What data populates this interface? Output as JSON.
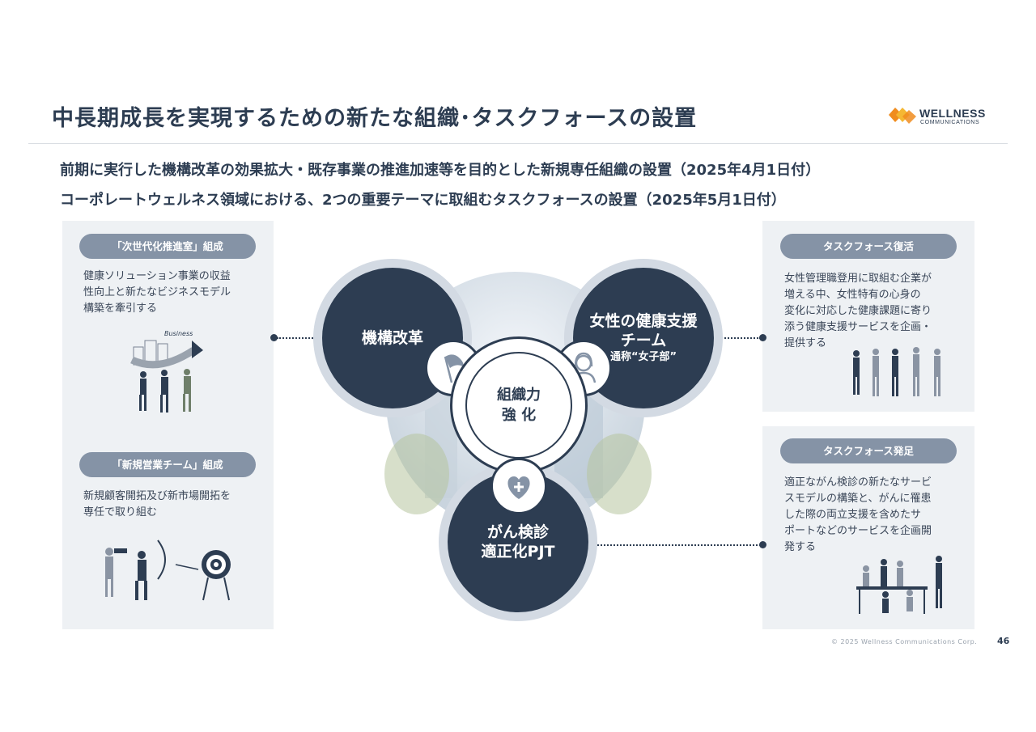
{
  "slide": {
    "title": "中長期成長を実現するための新たな組織･タスクフォースの設置",
    "logo": {
      "word1": "WELLNESS",
      "word2": "COMMUNICATIONS",
      "colors": [
        "#f08c1e",
        "#f5b733"
      ]
    },
    "lead1": "前期に実行した機構改革の効果拡大・既存事業の推進加速等を目的とした新規専任組織の設置（2025年4月1日付）",
    "lead2": "コーポレートウェルネス領域における、2つの重要テーマに取組むタスクフォースの設置（2025年5月1日付）"
  },
  "left_panels": [
    {
      "pill": "「次世代化推進室」組成",
      "lines": [
        "健康ソリューション事業の収益",
        "性向上と新たなビジネスモデル",
        "構築を牽引する"
      ],
      "illustration": "business-growth-illustration",
      "ill_text": "Business"
    },
    {
      "pill": "「新規営業チーム」組成",
      "lines": [
        "新規顧客開拓及び新市場開拓を",
        "専任で取り組む"
      ],
      "illustration": "target-archery-illustration"
    }
  ],
  "right_panels": [
    {
      "pill": "タスクフォース復活",
      "lines": [
        "女性管理職登用に取組む企業が",
        "増える中、女性特有の心身の",
        "変化に対応した健康課題に寄り",
        "添う健康支援サービスを企画・",
        "提供する"
      ],
      "illustration": "women-team-illustration"
    },
    {
      "pill": "タスクフォース発足",
      "lines": [
        "適正ながん検診の新たなサービ",
        "スモデルの構築と、がんに罹患",
        "した際の両立支援を含めたサ",
        "ポートなどのサービスを企画開",
        "発する"
      ],
      "illustration": "meeting-illustration"
    }
  ],
  "center": {
    "kikou": "機構改革",
    "josei_line1": "女性の健康支援",
    "josei_line2": "チーム",
    "josei_sub": "通称“女子部”",
    "gan_line1": "がん検診",
    "gan_line2": "適正化PJT",
    "core_line1": "組織力",
    "core_line2": "強 化",
    "icons": [
      "flag-icon",
      "woman-icon",
      "heart-plus-icon"
    ]
  },
  "footer": {
    "copyright": "© 2025 Wellness Communications Corp.",
    "page": "46"
  },
  "colors": {
    "navy": "#2d3d52",
    "panel": "#eef1f4",
    "pill": "#8593a6",
    "ring": "#d3dae3"
  }
}
